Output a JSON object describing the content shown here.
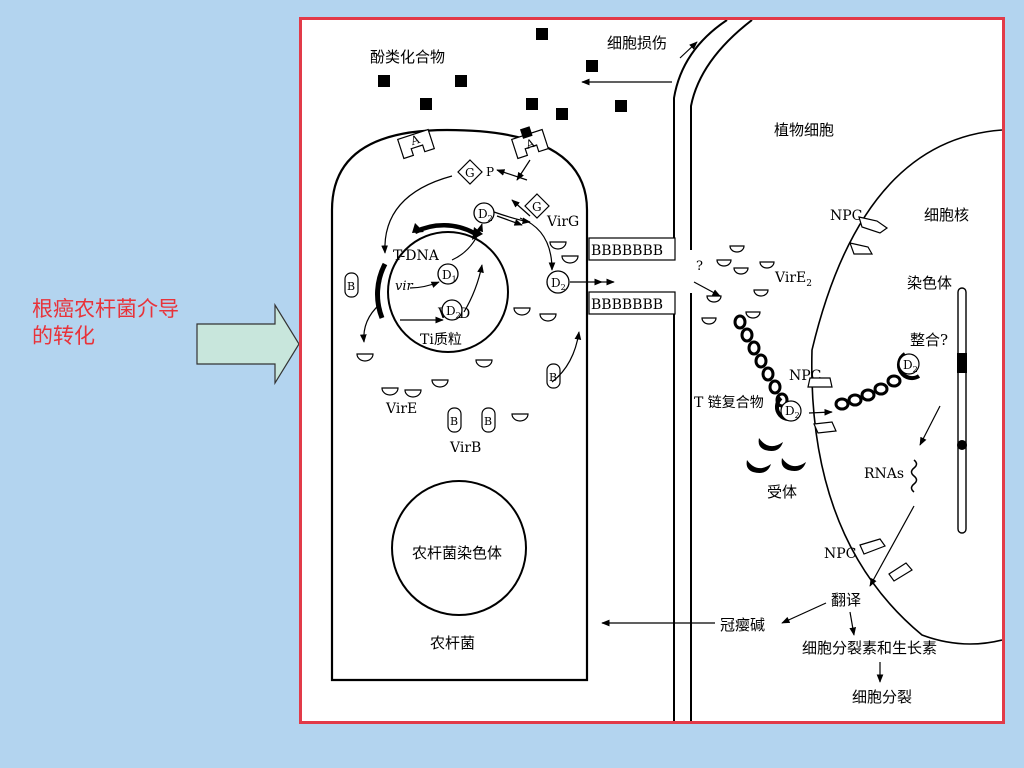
{
  "slide": {
    "title": "根癌农杆菌介导的转化",
    "accent_color": "#e8333a",
    "background_color": "#b3d4ef",
    "panel_border_color": "#e23a48"
  },
  "diagram": {
    "labels": {
      "phenolics": "酚类化合物",
      "cell_damage": "细胞损伤",
      "plant_cell": "植物细胞",
      "nucleus": "细胞核",
      "chromosome": "染色体",
      "integration": "整合?",
      "npc": "NPC",
      "vire2": "VirE",
      "vire2_sub": "2",
      "virg": "VirG",
      "tdna": "T-DNA",
      "vir": "vir",
      "ti_plasmid": "Ti质粒",
      "vird": "VirD",
      "vire": "VirE",
      "virb": "VirB",
      "t_complex": "T 链复合物",
      "receptor": "受体",
      "rnas": "RNAs",
      "translation": "翻译",
      "opine": "冠瘿碱",
      "hormones": "细胞分裂素和生长素",
      "cell_division": "细胞分裂",
      "agro_chromosome": "农杆菌染色体",
      "agrobacterium": "农杆菌",
      "question": "?",
      "letter_a": "A",
      "letter_b": "B",
      "letter_g": "G",
      "letter_p": "P",
      "letter_d": "D",
      "sub_1": "1",
      "sub_2": "2",
      "pore_letters": "BBBBBBB"
    }
  }
}
